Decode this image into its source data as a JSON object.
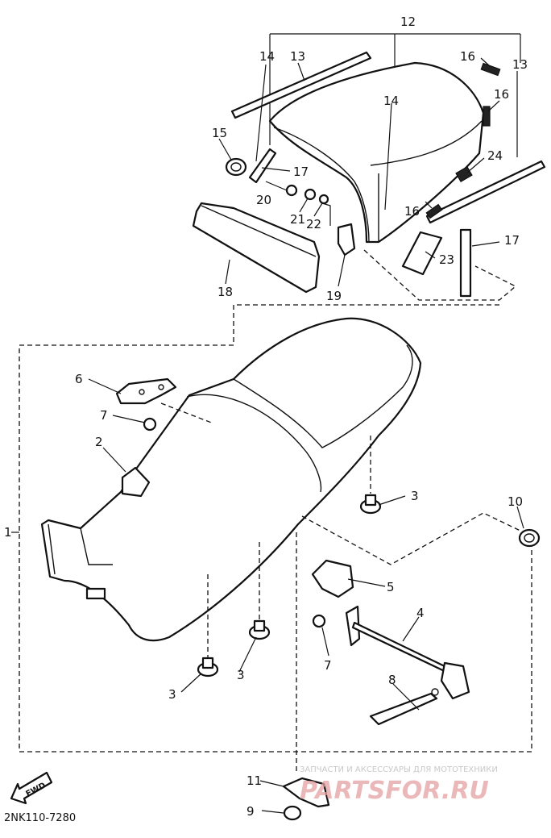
{
  "diagram": {
    "callouts": [
      "1",
      "2",
      "3",
      "3",
      "3",
      "4",
      "5",
      "6",
      "7",
      "7",
      "8",
      "9",
      "10",
      "11",
      "12",
      "13",
      "13",
      "14",
      "14",
      "15",
      "16",
      "16",
      "16",
      "17",
      "17",
      "18",
      "19",
      "20",
      "21",
      "22",
      "23",
      "24"
    ],
    "part_code": "2NK110-7280",
    "direction_label": "FWD",
    "watermark": {
      "caption": "ЗАПЧАСТИ И АКСЕССУАРЫ ДЛЯ МОТОТЕХНИКИ",
      "logo": "PARTSFOR.RU"
    }
  }
}
